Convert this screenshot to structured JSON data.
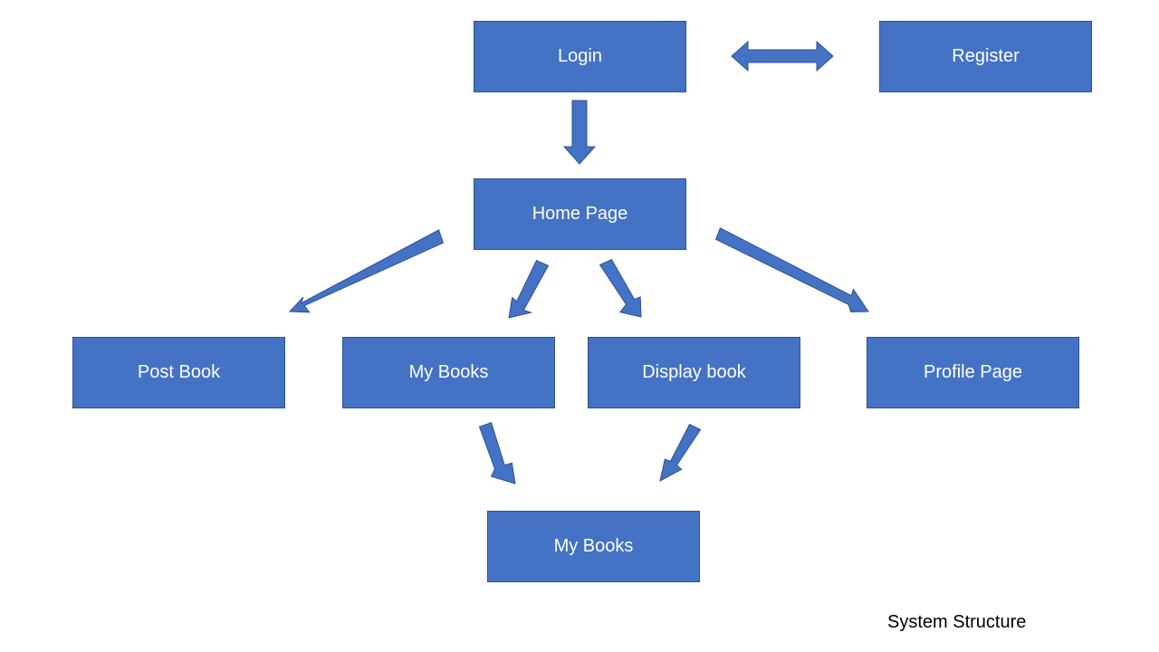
{
  "diagram": {
    "nodes": {
      "login": "Login",
      "register": "Register",
      "home": "Home Page",
      "post_book": "Post Book",
      "my_books": "My Books",
      "display_book": "Display book",
      "profile_page": "Profile Page",
      "my_books_bottom": "My Books"
    },
    "caption": "System Structure"
  },
  "colors": {
    "box_fill": "#4472C4",
    "box_border": "#2F528F",
    "box_text": "#ffffff"
  }
}
